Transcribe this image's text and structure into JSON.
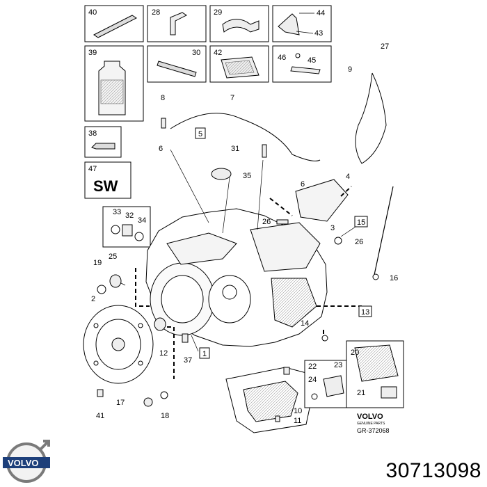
{
  "kit_boxes": {
    "p40": "40",
    "p28": "28",
    "p29": "29",
    "p44": "44",
    "p43": "43",
    "p39": "39",
    "p30": "30",
    "p42": "42",
    "p46": "46",
    "p45": "45",
    "p38": "38",
    "p47": "47",
    "sw_label": "SW"
  },
  "callouts": {
    "c27": "27",
    "c9": "9",
    "c8": "8",
    "c7": "7",
    "c5": "5",
    "c6a": "6",
    "c31": "31",
    "c35": "35",
    "c6b": "6",
    "c4": "4",
    "c33": "33",
    "c32": "32",
    "c34": "34",
    "c26a": "26",
    "c3": "3",
    "c15": "15",
    "c26b": "26",
    "c19": "19",
    "c25": "25",
    "c16": "16",
    "c2": "2",
    "c13": "13",
    "c14": "14",
    "c12": "12",
    "c37": "37",
    "c1": "1",
    "c20": "20",
    "c22": "22",
    "c23": "23",
    "c24": "24",
    "c21": "21",
    "c17": "17",
    "c18": "18",
    "c41": "41",
    "c10": "10",
    "c11": "11"
  },
  "footer": {
    "brand_small": "VOLVO",
    "brand_sub": "GENUINE PARTS",
    "drawing_ref": "GR-372068",
    "logo_text": "VOLVO",
    "part_number": "30713098"
  }
}
